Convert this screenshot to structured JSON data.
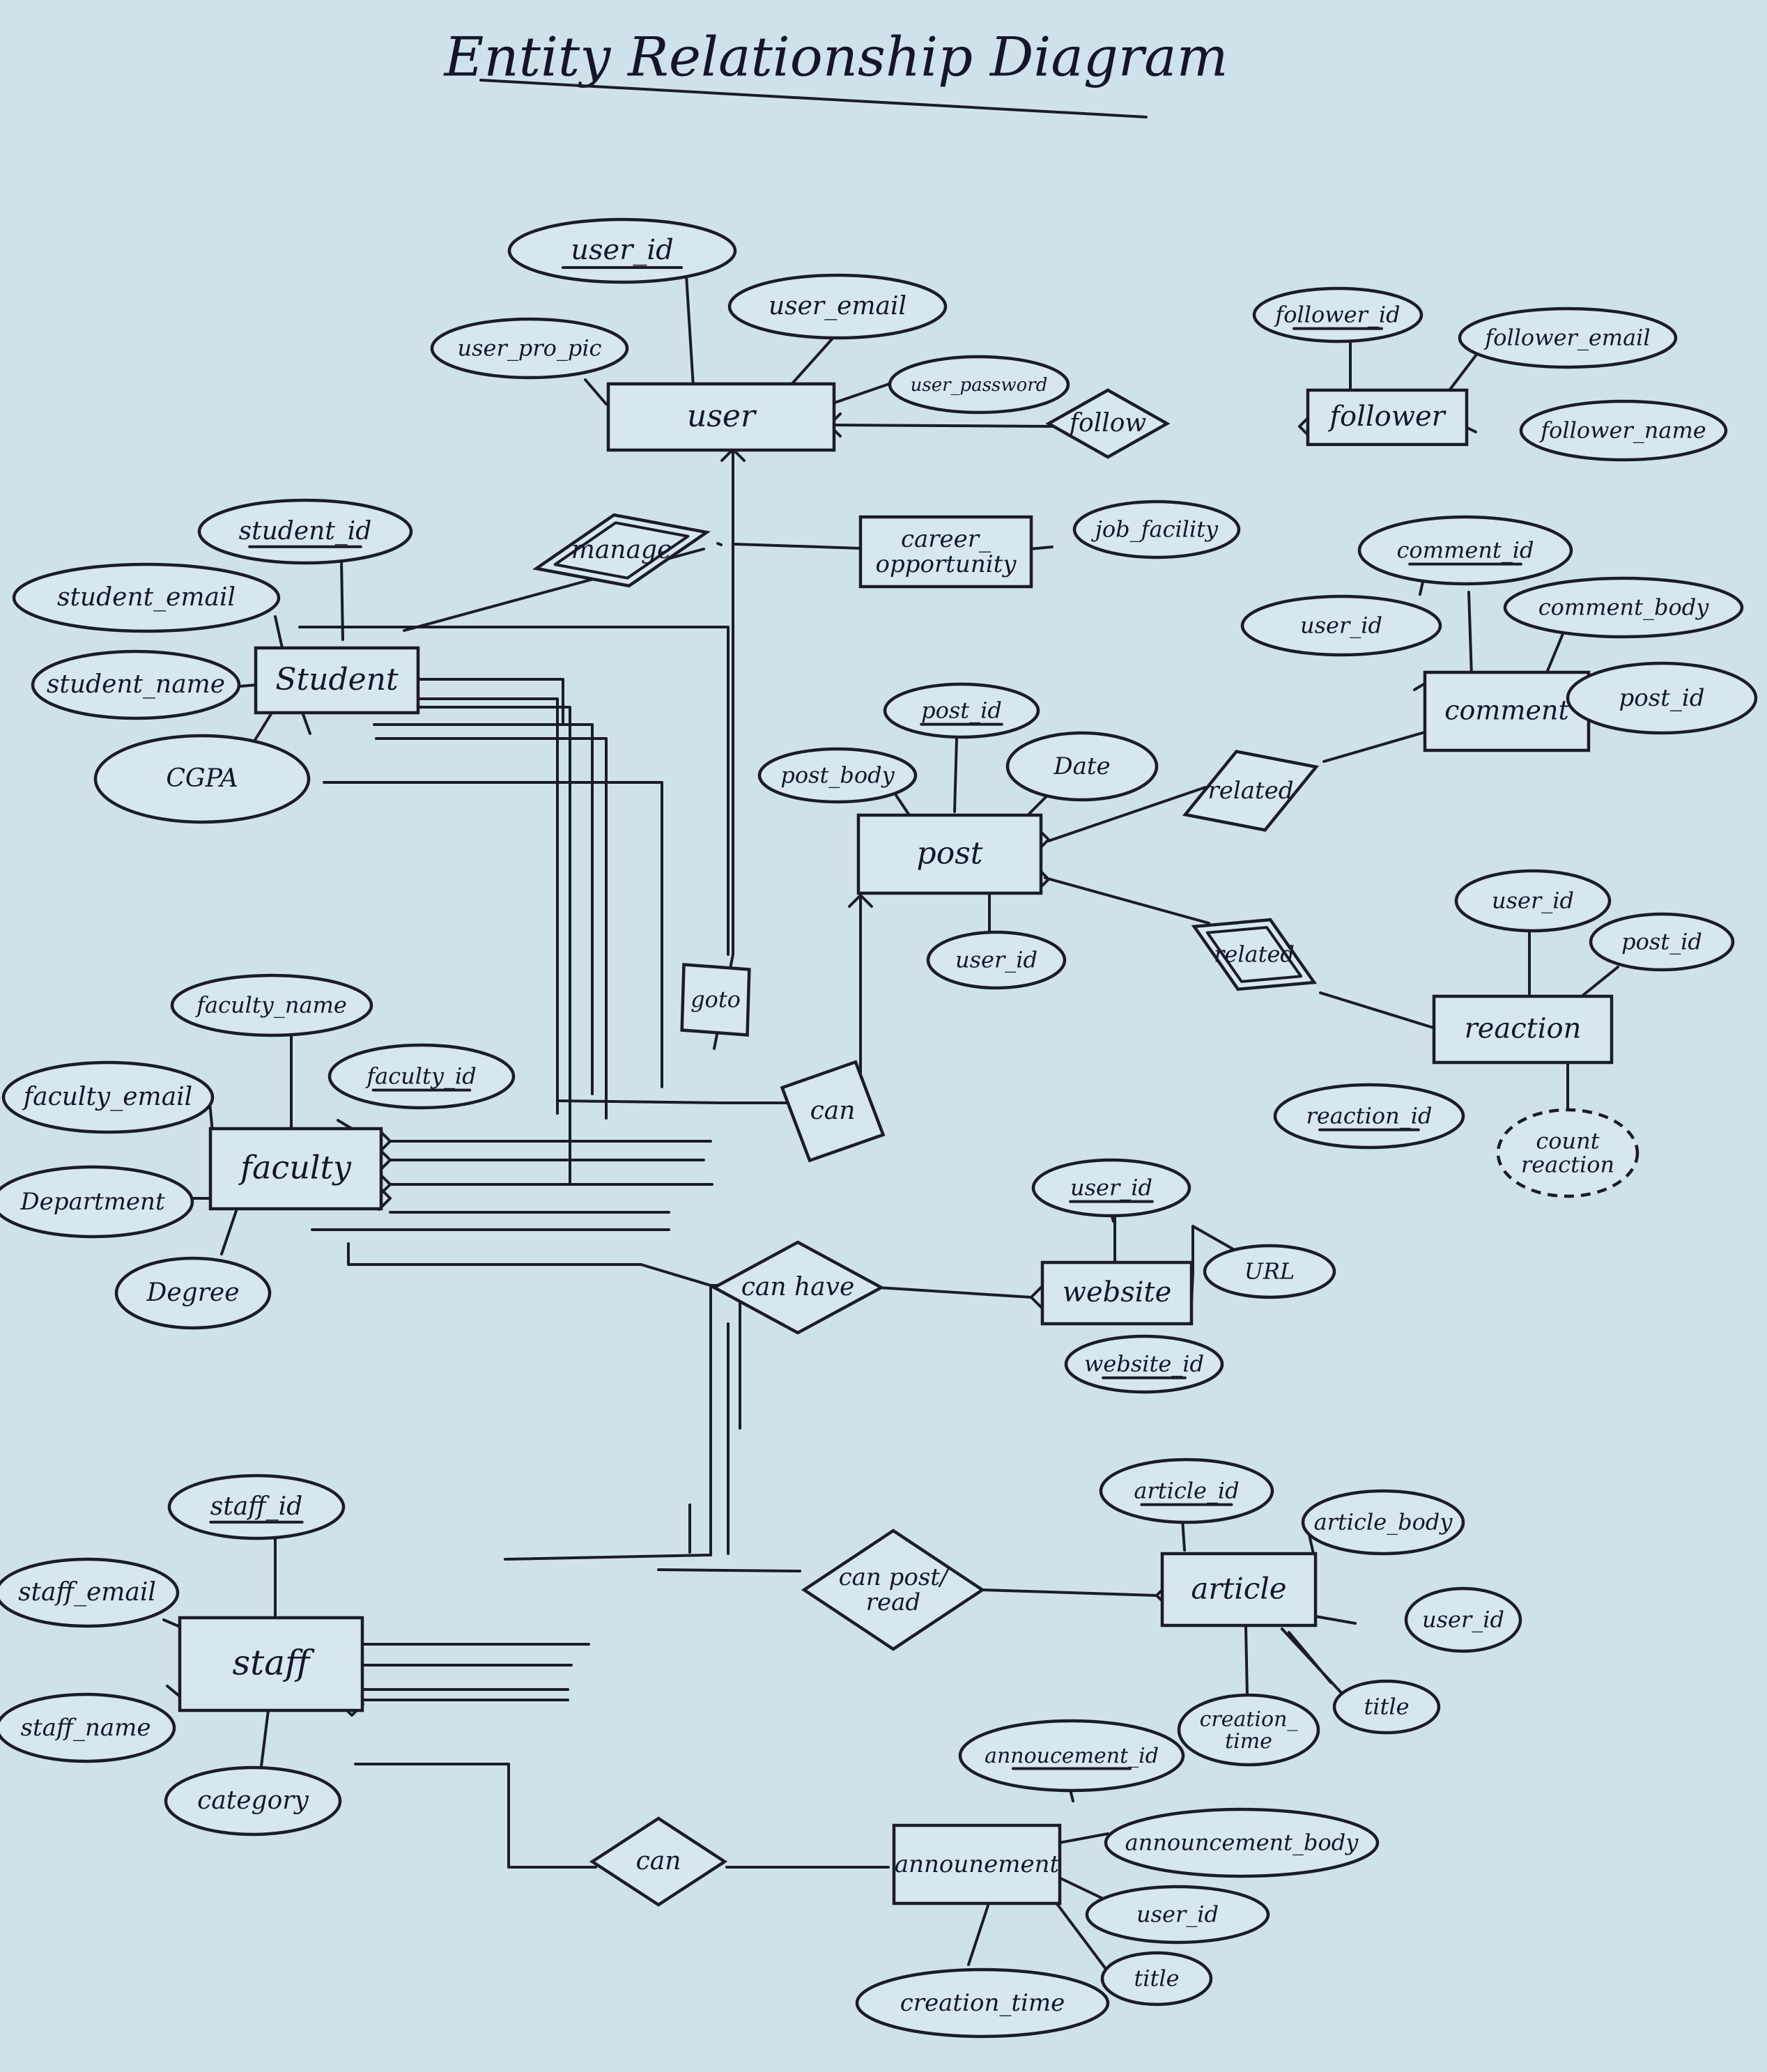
{
  "title": "Entity Relationship Diagram",
  "entities": {
    "user": "user",
    "follower": "follower",
    "student": "Student",
    "career": [
      "career_",
      "opportunity"
    ],
    "post": "post",
    "comment": "comment",
    "reaction": "reaction",
    "faculty": "faculty",
    "website": "website",
    "staff": "staff",
    "article": "article",
    "announcement": "announement"
  },
  "relationships": {
    "follow": "follow",
    "manage": "manage",
    "goto": "goto",
    "can_post": "can",
    "related_comment": "related",
    "related_reaction": "related",
    "can_have": "can have",
    "can_post_read": [
      "can post/",
      "read"
    ],
    "can_announce": "can"
  },
  "attributes": {
    "user_id": "user_id",
    "user_email": "user_email",
    "user_pro_pic": "user_pro_pic",
    "user_password": "user_password",
    "follower_id": "follower_id",
    "follower_email": "follower_email",
    "follower_name": "follower_name",
    "student_id": "student_id",
    "student_email": "student_email",
    "student_name": "student_name",
    "cgpa": "CGPA",
    "job_facility": "job_facility",
    "comment_id": "comment_id",
    "comment_body": "comment_body",
    "comment_user_id": "user_id",
    "comment_post_id": "post_id",
    "post_id": "post_id",
    "post_body": "post_body",
    "post_date": "Date",
    "post_user_id": "user_id",
    "reaction_user_id": "user_id",
    "reaction_post_id": "post_id",
    "reaction_id": "reaction_id",
    "count_reaction": [
      "count",
      "reaction"
    ],
    "faculty_name": "faculty_name",
    "faculty_id": "faculty_id",
    "faculty_email": "faculty_email",
    "department": "Department",
    "degree": "Degree",
    "website_user_id": "user_id",
    "url": "URL",
    "website_id": "website_id",
    "staff_id": "staff_id",
    "staff_email": "staff_email",
    "staff_name": "staff_name",
    "category": "category",
    "article_id": "article_id",
    "article_body": "article_body",
    "article_user_id": "user_id",
    "article_title": "title",
    "article_creation_time": [
      "creation_",
      "time"
    ],
    "announcement_id": "annoucement_id",
    "announcement_body": "announcement_body",
    "announcement_user_id": "user_id",
    "announcement_title": "title",
    "announcement_creation_time": "creation_time"
  },
  "colors": {
    "paper": "#cfe2ec",
    "ink": "#1b1b2a"
  }
}
